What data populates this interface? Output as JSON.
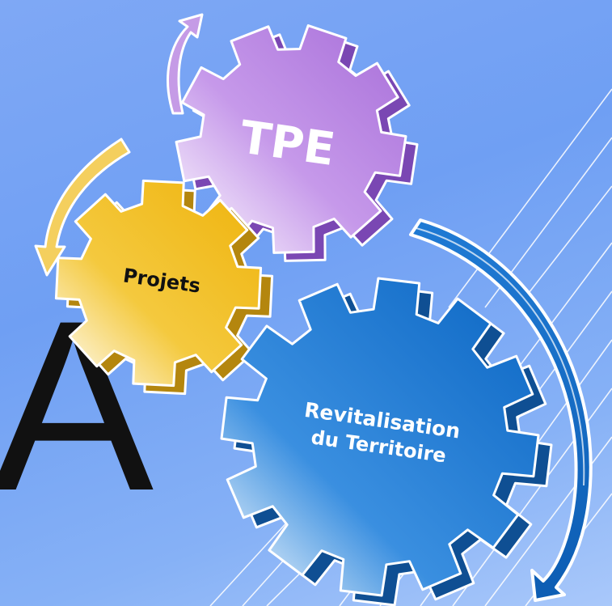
{
  "diagram": {
    "background_letter": "A",
    "gears": [
      {
        "id": "tpe",
        "label": "TPE",
        "color": "#b078de",
        "dark": "#7a47b3",
        "arrow_color": "#c59be6"
      },
      {
        "id": "projets",
        "label": "Projets",
        "color": "#f2bb1f",
        "dark": "#b4860e",
        "arrow_color": "#f4cf5e"
      },
      {
        "id": "revitalisation",
        "label_line1": "Revitalisation",
        "label_line2": "du Territoire",
        "color": "#1f78cf",
        "dark": "#0f4f93",
        "arrow_color": "#2b86dd"
      }
    ]
  }
}
